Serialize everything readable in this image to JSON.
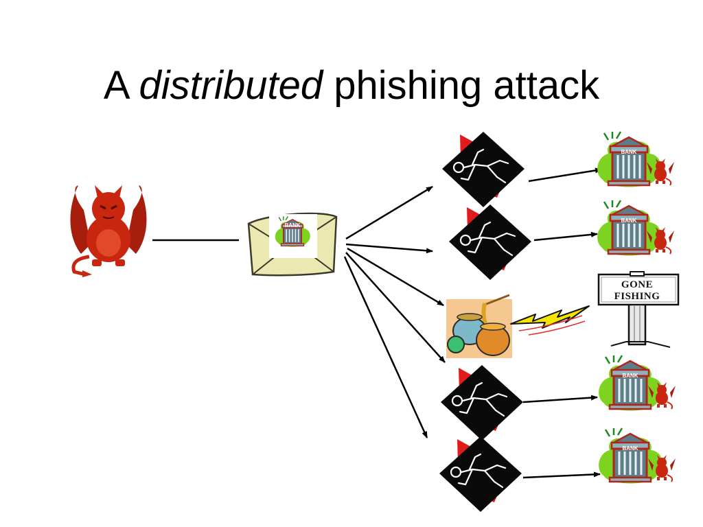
{
  "title": {
    "prefix": "A",
    "emphasis": "distributed",
    "suffix": "phishing attack"
  },
  "bank_label": "BANK",
  "sign": {
    "line1": "GONE",
    "line2": "FISHING"
  },
  "colors": {
    "devil": "#c8260f",
    "envelope": "#ece8b2",
    "victim_red": "#e01b1b",
    "victim_black": "#0a0a0a",
    "bank_body": "#5d7e88",
    "bank_outline": "#b0261a",
    "bank_bush": "#7ed321",
    "lightning": "#f5e600"
  },
  "icons": {
    "attacker": "devil-icon",
    "email": "envelope-bank-icon",
    "victim": "crime-scene-outline-icon",
    "honeypot": "honey-pot-icon",
    "impersonated_bank": "bank-with-devil-icon",
    "gone_fishing": "gone-fishing-sign-icon"
  }
}
